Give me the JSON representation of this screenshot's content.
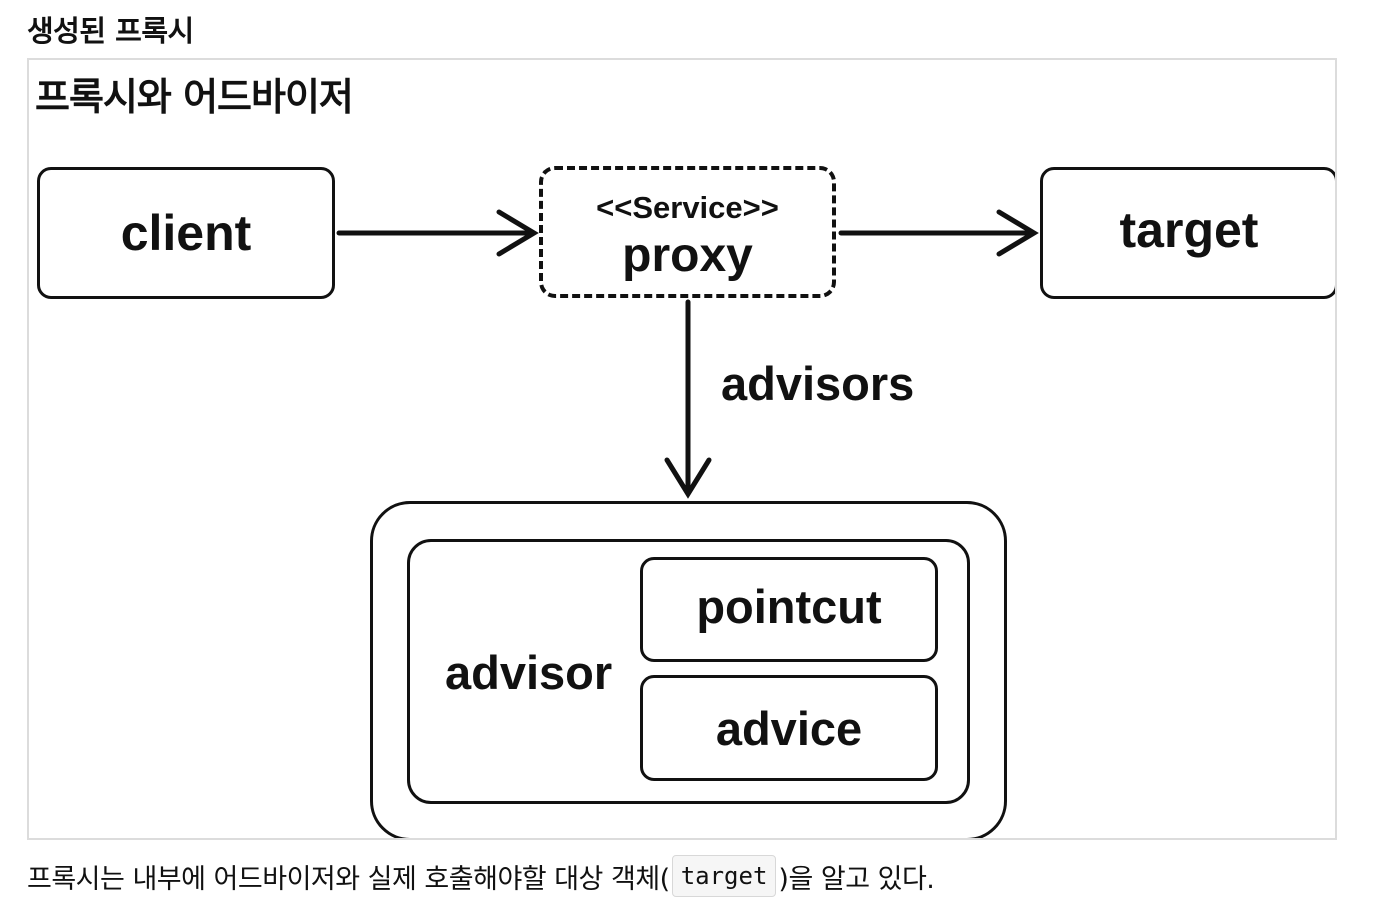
{
  "section_heading": "생성된 프록시",
  "figure": {
    "title": "프록시와 어드바이저",
    "client_label": "client",
    "proxy_stereotype": "<<Service>>",
    "proxy_label": "proxy",
    "target_label": "target",
    "advisors_label": "advisors",
    "advisor_label": "advisor",
    "pointcut_label": "pointcut",
    "advice_label": "advice"
  },
  "caption": {
    "before": "프록시는 내부에 어드바이저와 실제 호출해야할 대상 객체(",
    "code": "target",
    "after": ")을 알고 있다."
  }
}
